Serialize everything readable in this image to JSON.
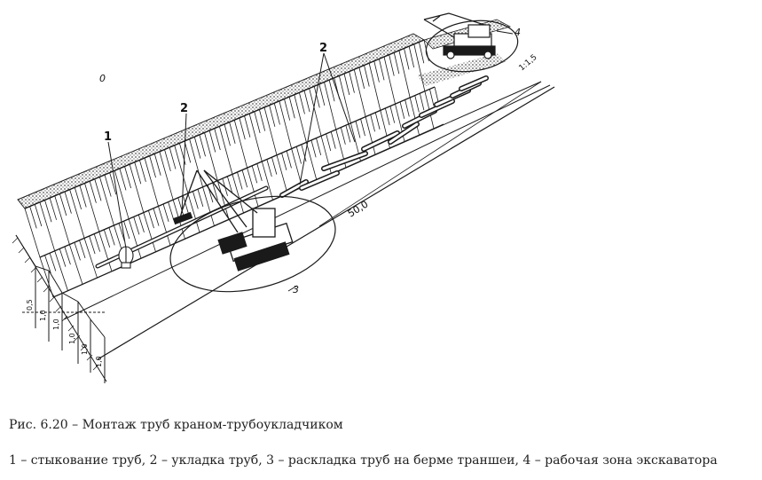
{
  "caption": "Рис. 6.20 – Монтаж труб краном-трубоукладчиком",
  "legend": "1 – стыкование труб, 2 – укладка труб, 3 – раскладка труб на берме траншеи, 4 – рабочая зона экскаватора",
  "diagram": {
    "labels": {
      "joint": "1",
      "laying_left": "2",
      "laying_top": "2",
      "zone_1": "3",
      "zone_2": "4",
      "distance": "50,0",
      "slope": "1:1,5",
      "mark_zero": "0"
    },
    "depth_marks": [
      "0,5",
      "1,0",
      "1,0",
      "1,0",
      "1,0",
      "1,0"
    ],
    "line_color": "#1a1a1a",
    "soil_color": "#b5b5b5"
  }
}
